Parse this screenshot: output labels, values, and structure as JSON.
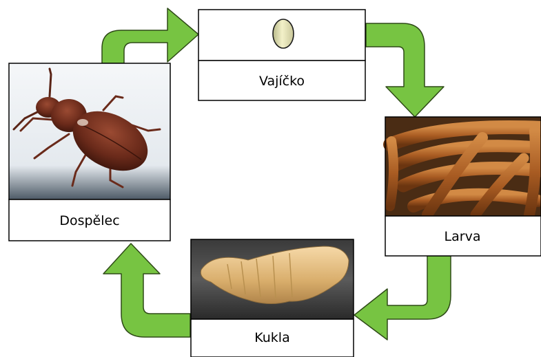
{
  "stages": {
    "egg": {
      "label": "Vajíčko"
    },
    "larva": {
      "label": "Larva"
    },
    "pupa": {
      "label": "Kukla"
    },
    "adult": {
      "label": "Dospělec"
    }
  },
  "colors": {
    "arrow_fill": "#77c442",
    "arrow_stroke": "#2e4a17",
    "box_stroke": "#000000",
    "background": "#ffffff"
  },
  "icons": {
    "egg": "egg-icon",
    "larva": "mealworm-larvae-photo",
    "pupa": "pupa-photo",
    "adult": "beetle-photo"
  }
}
